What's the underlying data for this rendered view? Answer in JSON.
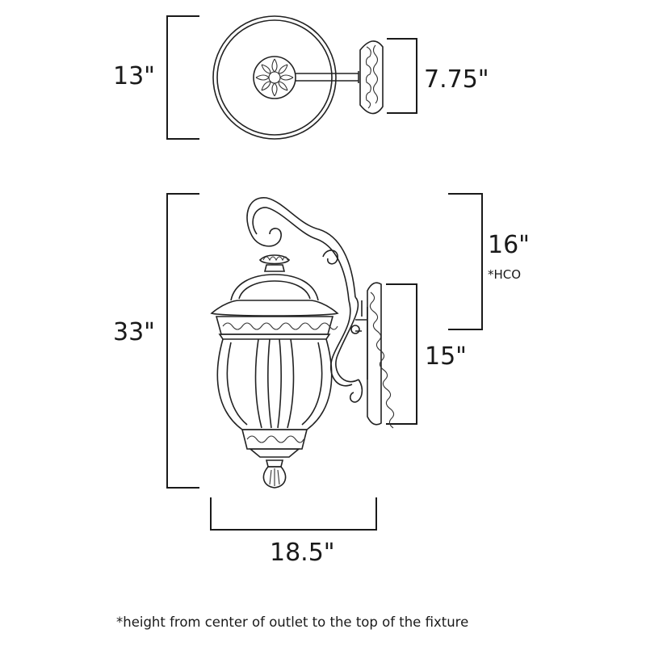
{
  "top_view": {
    "depth_label": "13\"",
    "backplate_width_label": "7.75\""
  },
  "side_view": {
    "height_label": "33\"",
    "hco_label": "16\"",
    "hco_note": "*HCO",
    "backplate_height_label": "15\"",
    "width_label": "18.5\""
  },
  "footnote": "*height from center of outlet to the top of the fixture",
  "colors": {
    "line": "#1a1a1a",
    "background": "#ffffff"
  }
}
